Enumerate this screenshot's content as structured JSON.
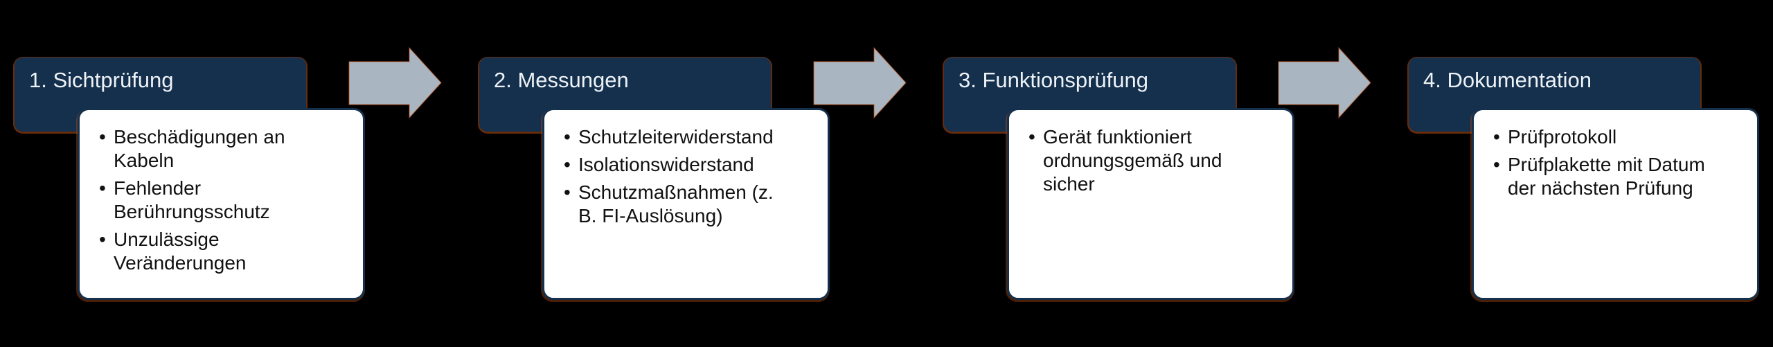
{
  "diagram": {
    "background_color": "#000000",
    "header_color": "#14304d",
    "accent_orange": "#c0521a",
    "arrow_color": "#a9b6c2",
    "steps": [
      {
        "title": "1. Sichtprüfung",
        "bullets": [
          "Beschädigungen an Kabeln",
          "Fehlender Berührungsschutz",
          "Unzulässige Veränderungen"
        ]
      },
      {
        "title": "2. Messungen",
        "bullets": [
          "Schutzleiterwiderstand",
          "Isolationswiderstand",
          "Schutzmaßnahmen (z. B. FI-Auslösung)"
        ]
      },
      {
        "title": "3. Funktionsprüfung",
        "bullets": [
          "Gerät funktioniert ordnungsgemäß und sicher"
        ]
      },
      {
        "title": "4. Dokumentation",
        "bullets": [
          "Prüfprotokoll",
          "Prüfplakette mit Datum der nächsten Prüfung"
        ]
      }
    ]
  }
}
